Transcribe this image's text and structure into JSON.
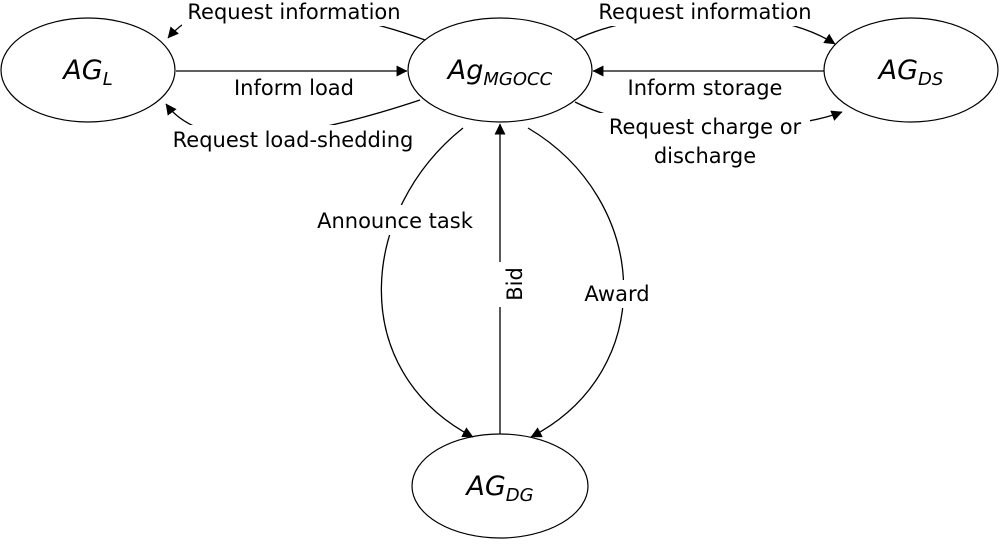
{
  "nodes": {
    "ag_l": {
      "base": "AG",
      "sub": "L"
    },
    "ag_mgocc": {
      "base": "Ag",
      "sub": "MGOCC"
    },
    "ag_ds": {
      "base": "AG",
      "sub": "DS"
    },
    "ag_dg": {
      "base": "AG",
      "sub": "DG"
    }
  },
  "edges": {
    "request_information_left": "Request information",
    "inform_load": "Inform load",
    "request_load_shedding": "Request load-shedding",
    "request_information_right": "Request information",
    "inform_storage": "Inform storage",
    "request_charge_line1": "Request charge or",
    "request_charge_line2": "discharge",
    "announce_task": "Announce task",
    "bid": "Bid",
    "award": "Award"
  },
  "colors": {
    "stroke": "#000000",
    "background": "#ffffff"
  }
}
